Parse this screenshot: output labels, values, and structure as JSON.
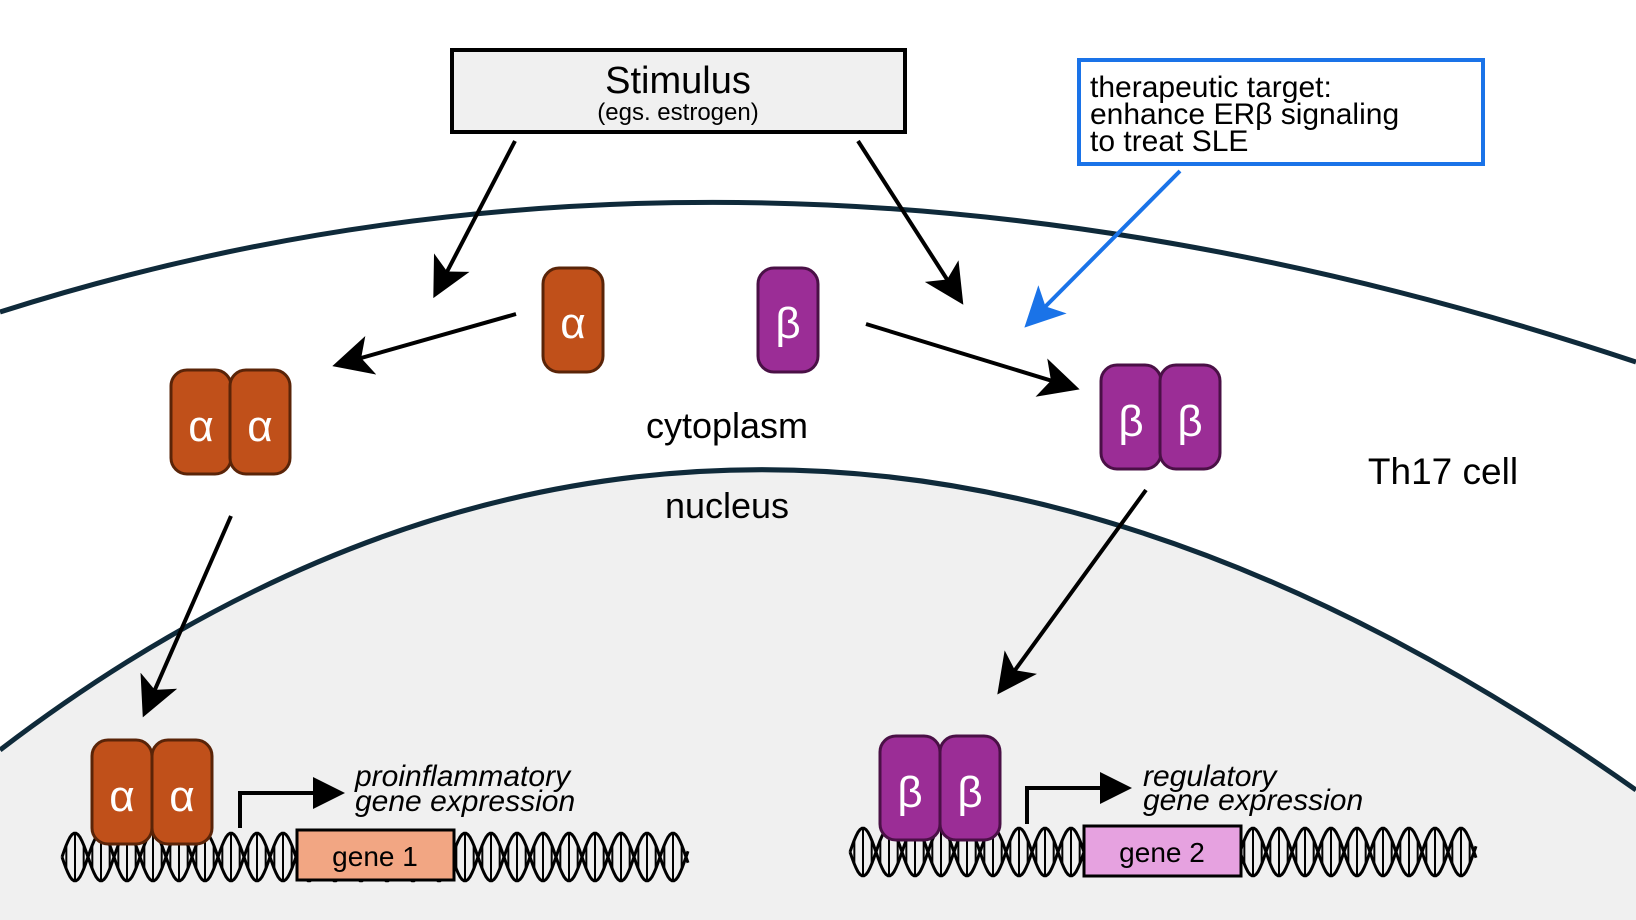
{
  "stimulus": {
    "title": "Stimulus",
    "subtitle": "(egs. estrogen)"
  },
  "callout": {
    "line1": "therapeutic target:",
    "line2": "enhance ERβ signaling",
    "line3": "to treat SLE",
    "border_color": "#1a73e8"
  },
  "labels": {
    "cytoplasm": "cytoplasm",
    "nucleus": "nucleus",
    "cell": "Th17 cell"
  },
  "receptors": {
    "alpha_symbol": "α",
    "beta_symbol": "β",
    "alpha_color": "#c0501a",
    "beta_color": "#9b2d96"
  },
  "genes": {
    "gene1": {
      "name": "gene 1",
      "expr_line1": "proinflammatory",
      "expr_line2": "gene expression",
      "color": "#f2a683"
    },
    "gene2": {
      "name": "gene 2",
      "expr_line1": "regulatory",
      "expr_line2": "gene expression",
      "color": "#e6a2e0"
    }
  }
}
